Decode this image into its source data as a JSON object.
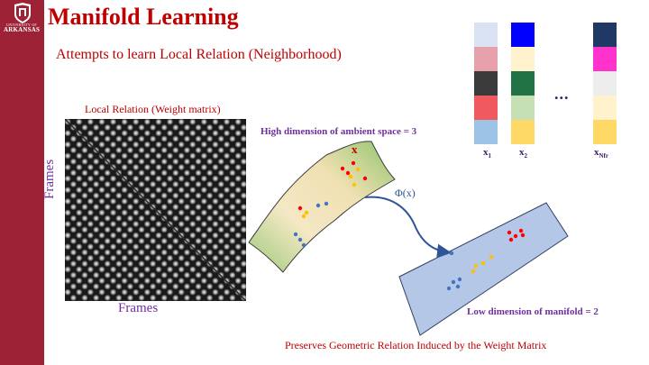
{
  "slide": {
    "title": "Manifold Learning",
    "subtitle": "Attempts to learn Local Relation (Neighborhood)",
    "logo": {
      "line1": "UNIVERSITY OF",
      "line2": "ARKANSAS"
    },
    "weight_matrix": {
      "label": "Local Relation (Weight matrix)",
      "x_axis": "Frames",
      "y_axis": "Frames"
    },
    "manifold": {
      "high_dim_label": "High dimension of ambient space = 3",
      "low_dim_label": "Low dimension of manifold = 2",
      "point_marker": "x",
      "mapping_label": "Φ(x)"
    },
    "footer": "Preserves Geometric Relation Induced by the Weight Matrix",
    "ellipsis": "...",
    "feature_vectors": [
      {
        "label": "x",
        "sub": "1",
        "colors": [
          "#dae3f3",
          "#e6a1ab",
          "#3b3b3b",
          "#f05a5f",
          "#9dc3e6"
        ]
      },
      {
        "label": "x",
        "sub": "2",
        "colors": [
          "#0000ff",
          "#fff2cc",
          "#217346",
          "#c5e0b4",
          "#ffd966"
        ]
      },
      {
        "label": "x",
        "sub": "Nfr",
        "colors": [
          "#1f3864",
          "#ff33cc",
          "#ededed",
          "#fff2cc",
          "#ffd966"
        ]
      }
    ],
    "colors": {
      "sidebar": "#9d2235",
      "title": "#c00000",
      "accent_purple": "#7030a0",
      "arrow": "#2f5597",
      "plane_fill": "#b4c7e7"
    }
  }
}
